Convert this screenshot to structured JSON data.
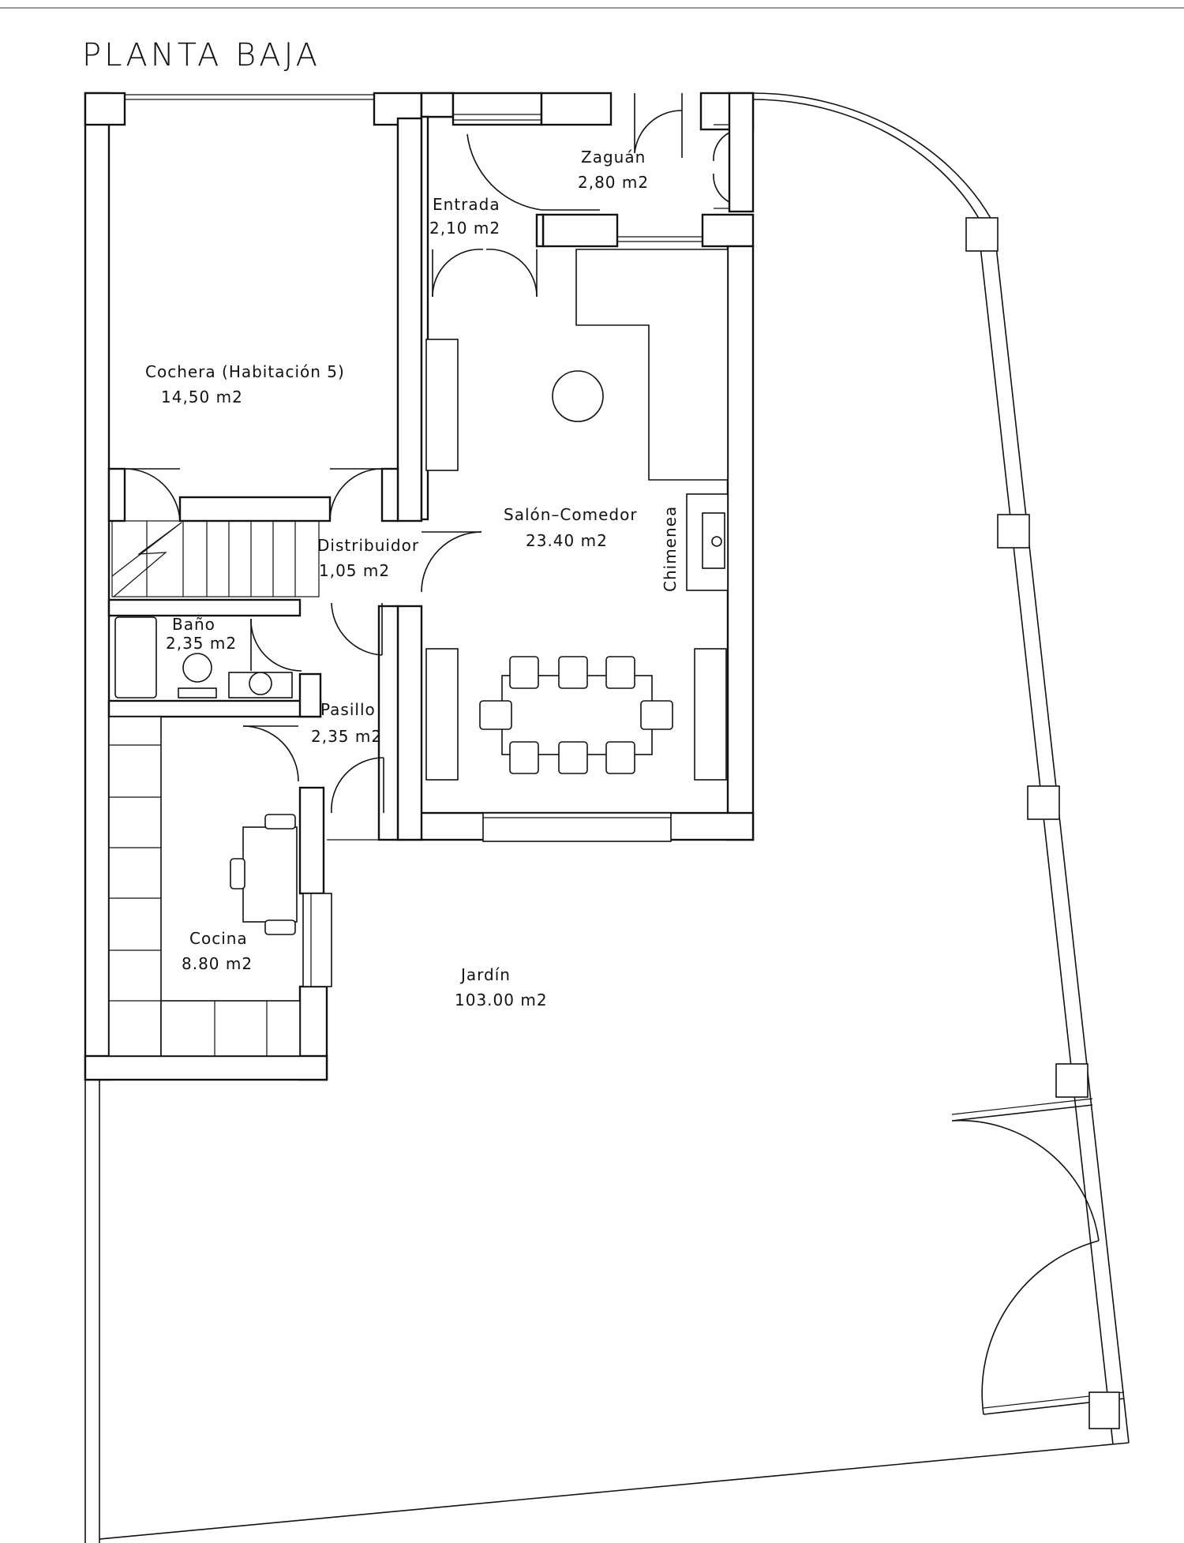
{
  "title": "PLANTA BAJA",
  "rooms": {
    "zaguan": {
      "name": "Zaguán",
      "area": "2,80  m2"
    },
    "entrada": {
      "name": "Entrada",
      "area": "2,10  m2"
    },
    "cochera": {
      "name": "Cochera  (Habitación  5)",
      "area": "14,50  m2"
    },
    "salon": {
      "name": "Salón–Comedor",
      "area": "23.40  m2"
    },
    "chimenea": {
      "name": "Chimenea"
    },
    "distribuidor": {
      "name": "Distribuidor",
      "area": "1,05  m2"
    },
    "bano": {
      "name": "Baño",
      "area": "2,35  m2"
    },
    "pasillo": {
      "name": "Pasillo",
      "area": "2,35  m2"
    },
    "cocina": {
      "name": "Cocina",
      "area": "8.80  m2"
    },
    "jardin": {
      "name": "Jardín",
      "area": "103.00  m2"
    }
  }
}
